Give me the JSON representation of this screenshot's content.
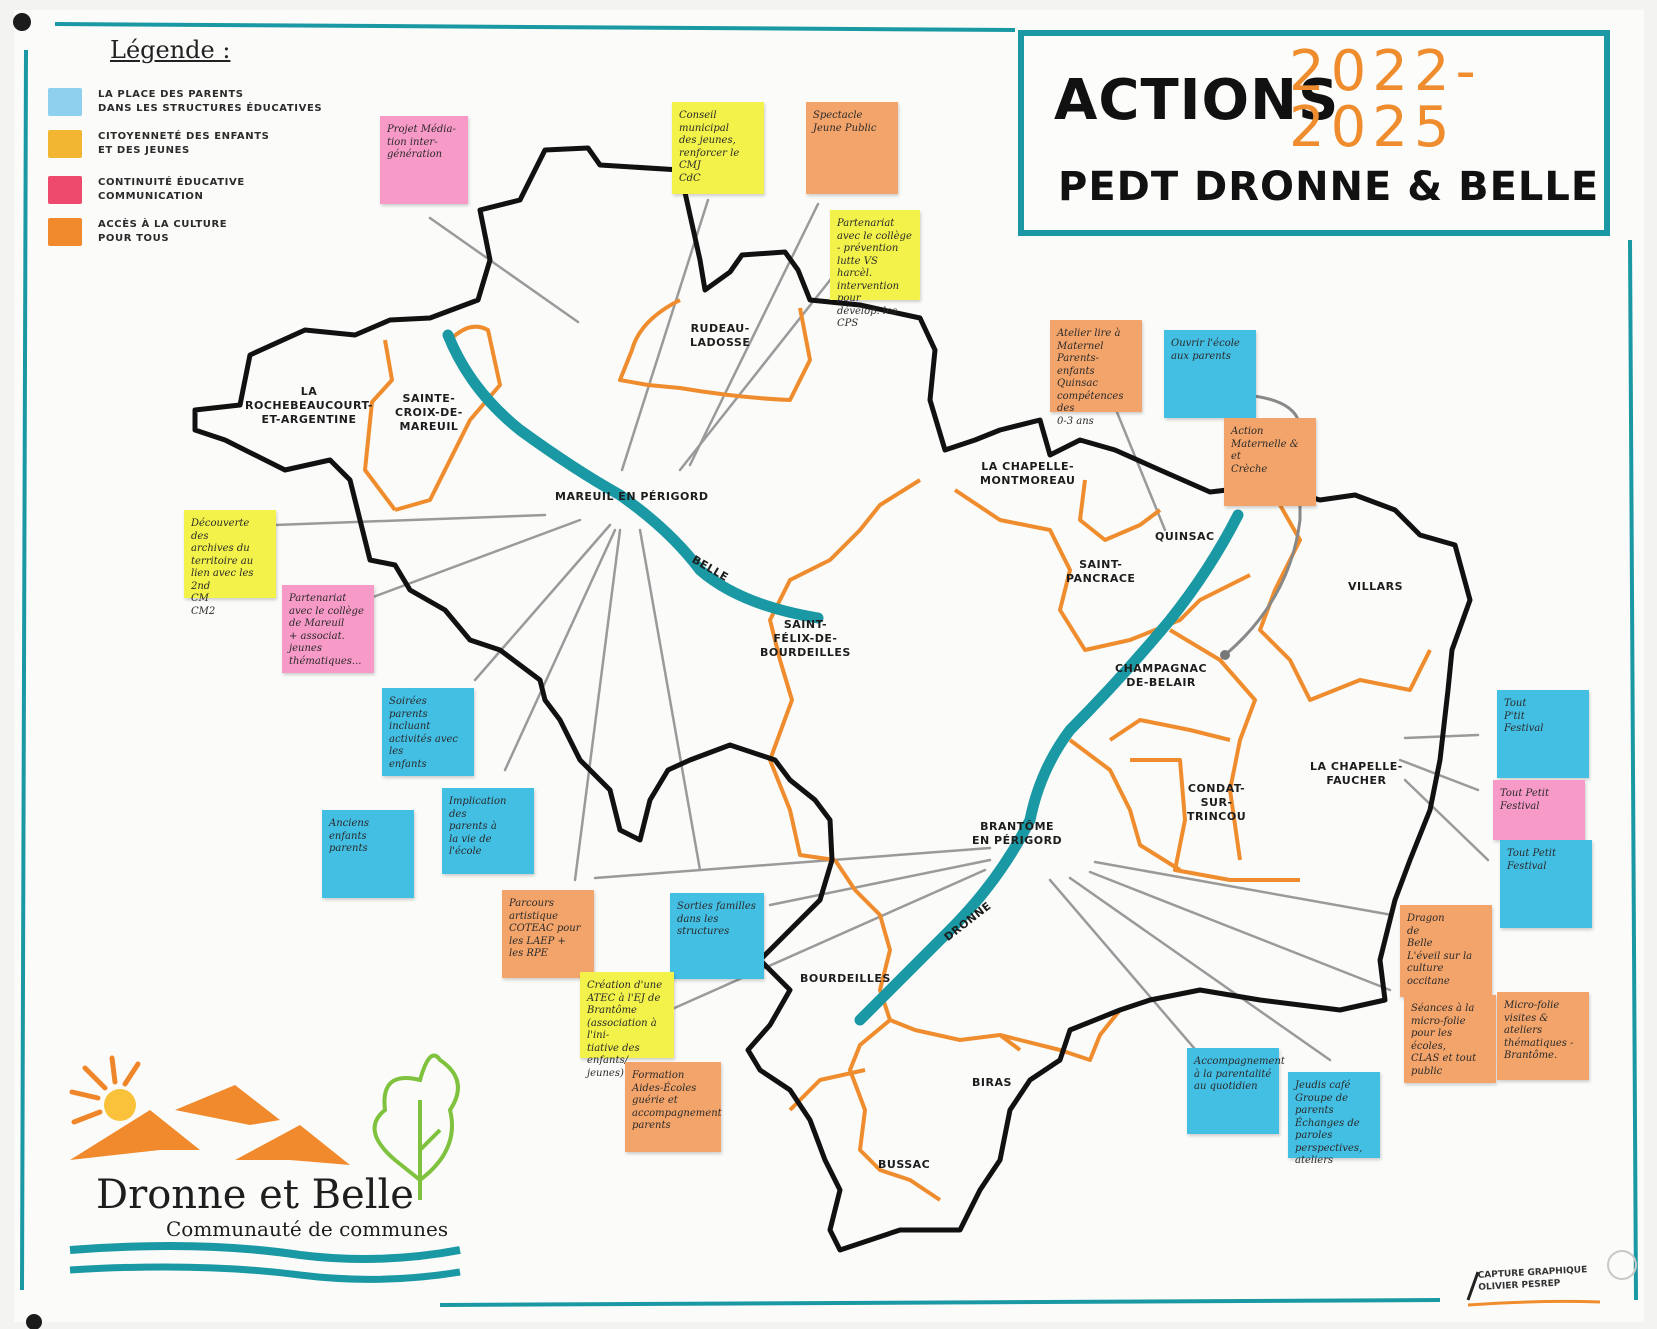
{
  "title": {
    "actions": "ACTIONS",
    "years": "2022-\n2025",
    "subtitle": "PEDT DRONNE & BELLE"
  },
  "legend": {
    "title": "Légende :",
    "items": [
      {
        "label": "LA PLACE DES PARENTS\nDANS LES STRUCTURES ÉDUCATIVES",
        "color": "#8fd0ee"
      },
      {
        "label": "CITOYENNETÉ DES ENFANTS\nET DES JEUNES",
        "color": "#f2b632"
      },
      {
        "label": "CONTINUITÉ ÉDUCATIVE\nCOMMUNICATION",
        "color": "#ee4a6e"
      },
      {
        "label": "ACCÈS À LA CULTURE\nPOUR TOUS",
        "color": "#f08a2c"
      }
    ]
  },
  "communes": {
    "la_rochebeaucourt": "LA\nROCHEBEAUCOURT-\nET-ARGENTINE",
    "sainte_croix": "SAINTE-\nCROIX-DE-\nMAREUIL",
    "rudeau": "RUDEAU-\nLADOSSE",
    "mareuil": "MAREUIL EN PÉRIGORD",
    "saint_felix": "SAINT-\nFÉLIX-DE-\nBOURDEILLES",
    "la_chapelle_montmoreau": "LA CHAPELLE-\nMONTMOREAU",
    "quinsac": "QUINSAC",
    "saint_pancrace": "SAINT-\nPANCRACE",
    "villars": "VILLARS",
    "champagnac": "CHAMPAGNAC\nDE-BELAIR",
    "la_chapelle_faucher": "LA CHAPELLE-\nFAUCHER",
    "condat": "CONDAT-\nSUR-\nTRINCOU",
    "brantome": "BRANTÔME\nEN PÉRIGORD",
    "bourdeilles": "BOURDEILLES",
    "biras": "BIRAS",
    "bussac": "BUSSAC"
  },
  "rivers": {
    "belle": "BELLE",
    "dronne": "DRONNE"
  },
  "notes": [
    {
      "id": "projet-mediation",
      "color": "pink",
      "text": "Projet Média-\ntion inter-\ngénération"
    },
    {
      "id": "conseil-municipal",
      "color": "yellow",
      "text": "Conseil municipal\ndes jeunes,\nrenforcer le CMJ\nCdC"
    },
    {
      "id": "spectacle-jeune-public",
      "color": "orange",
      "text": "Spectacle\nJeune Public"
    },
    {
      "id": "partenariat-college",
      "color": "yellow",
      "text": "Partenariat\navec le collège\n- prévention\nlutte VS harcèl.\nintervention pour\ndévelop. les CPS"
    },
    {
      "id": "atelier-lecture",
      "color": "orange",
      "text": "Atelier lire à\nMaternel\nParents-enfants\nQuinsac\ncompétences des\n0-3 ans"
    },
    {
      "id": "ouvrir-ecole",
      "color": "blue",
      "text": "Ouvrir l'école\naux parents"
    },
    {
      "id": "action-maternelle",
      "color": "orange",
      "text": "Action\nMaternelle &\net\nCrèche"
    },
    {
      "id": "decouverte-archives",
      "color": "yellow",
      "text": "Découverte des\narchives du\nterritoire au\nlien avec les 2nd\nCM\nCM2"
    },
    {
      "id": "partenariat-college-mareuil",
      "color": "pink",
      "text": "Partenariat\navec le collège\nde Mareuil\n+ associat. jeunes\nthématiques..."
    },
    {
      "id": "soirees-parents",
      "color": "blue",
      "text": "Soirées parents\nincluant\nactivités avec\nles\nenfants"
    },
    {
      "id": "implication-parents",
      "color": "blue",
      "text": "Implication des\nparents à\nla vie de\nl'école"
    },
    {
      "id": "anciens-enfants",
      "color": "blue",
      "text": "Anciens enfants\nparents"
    },
    {
      "id": "parcours-artistique",
      "color": "orange",
      "text": "Parcours\nartistique\nCOTEAC pour\nles LAEP +\nles RPE"
    },
    {
      "id": "sorties-familles",
      "color": "blue",
      "text": "Sorties familles\ndans les structures"
    },
    {
      "id": "creation-atec",
      "color": "yellow",
      "text": "Création d'une\nATEC à l'EJ de\nBrantôme\n(association à l'ini-\ntiative des enfants/\njeunes)"
    },
    {
      "id": "formation-aides",
      "color": "orange",
      "text": "Formation\nAides-Écoles\nguérie et accompagnement\nparents"
    },
    {
      "id": "tout-pti-festival",
      "color": "blue",
      "text": "Tout\nP'tit\nFestival"
    },
    {
      "id": "tout-petit-festival-pink",
      "color": "pink",
      "text": "Tout Petit\nFestival"
    },
    {
      "id": "tout-petit-festival-blue",
      "color": "blue",
      "text": "Tout Petit\nFestival"
    },
    {
      "id": "dragon-belle",
      "color": "orange",
      "text": "Dragon\nde\nBelle\nL'éveil sur la\nculture occitane"
    },
    {
      "id": "seances-acrobatie",
      "color": "orange",
      "text": "Séances à la\nmicro-folie\npour les\nécoles,\nCLAS et tout\npublic"
    },
    {
      "id": "micro-folie",
      "color": "orange",
      "text": "Micro-folie\nvisites &\nateliers\nthématiques -\nBrantôme."
    },
    {
      "id": "accompagnement",
      "color": "blue",
      "text": "Accompagnement\nà la parentalité\nau quotidien"
    },
    {
      "id": "jeudis-cafe",
      "color": "blue",
      "text": "Jeudis café\nGroupe de parents\nÉchanges de paroles\nperspectives, ateliers"
    }
  ],
  "logo": {
    "name": "Dronne et Belle",
    "subtitle": "Communauté de communes"
  },
  "credit": "CAPTURE GRAPHIQUE\nOLIVIER PESREP"
}
